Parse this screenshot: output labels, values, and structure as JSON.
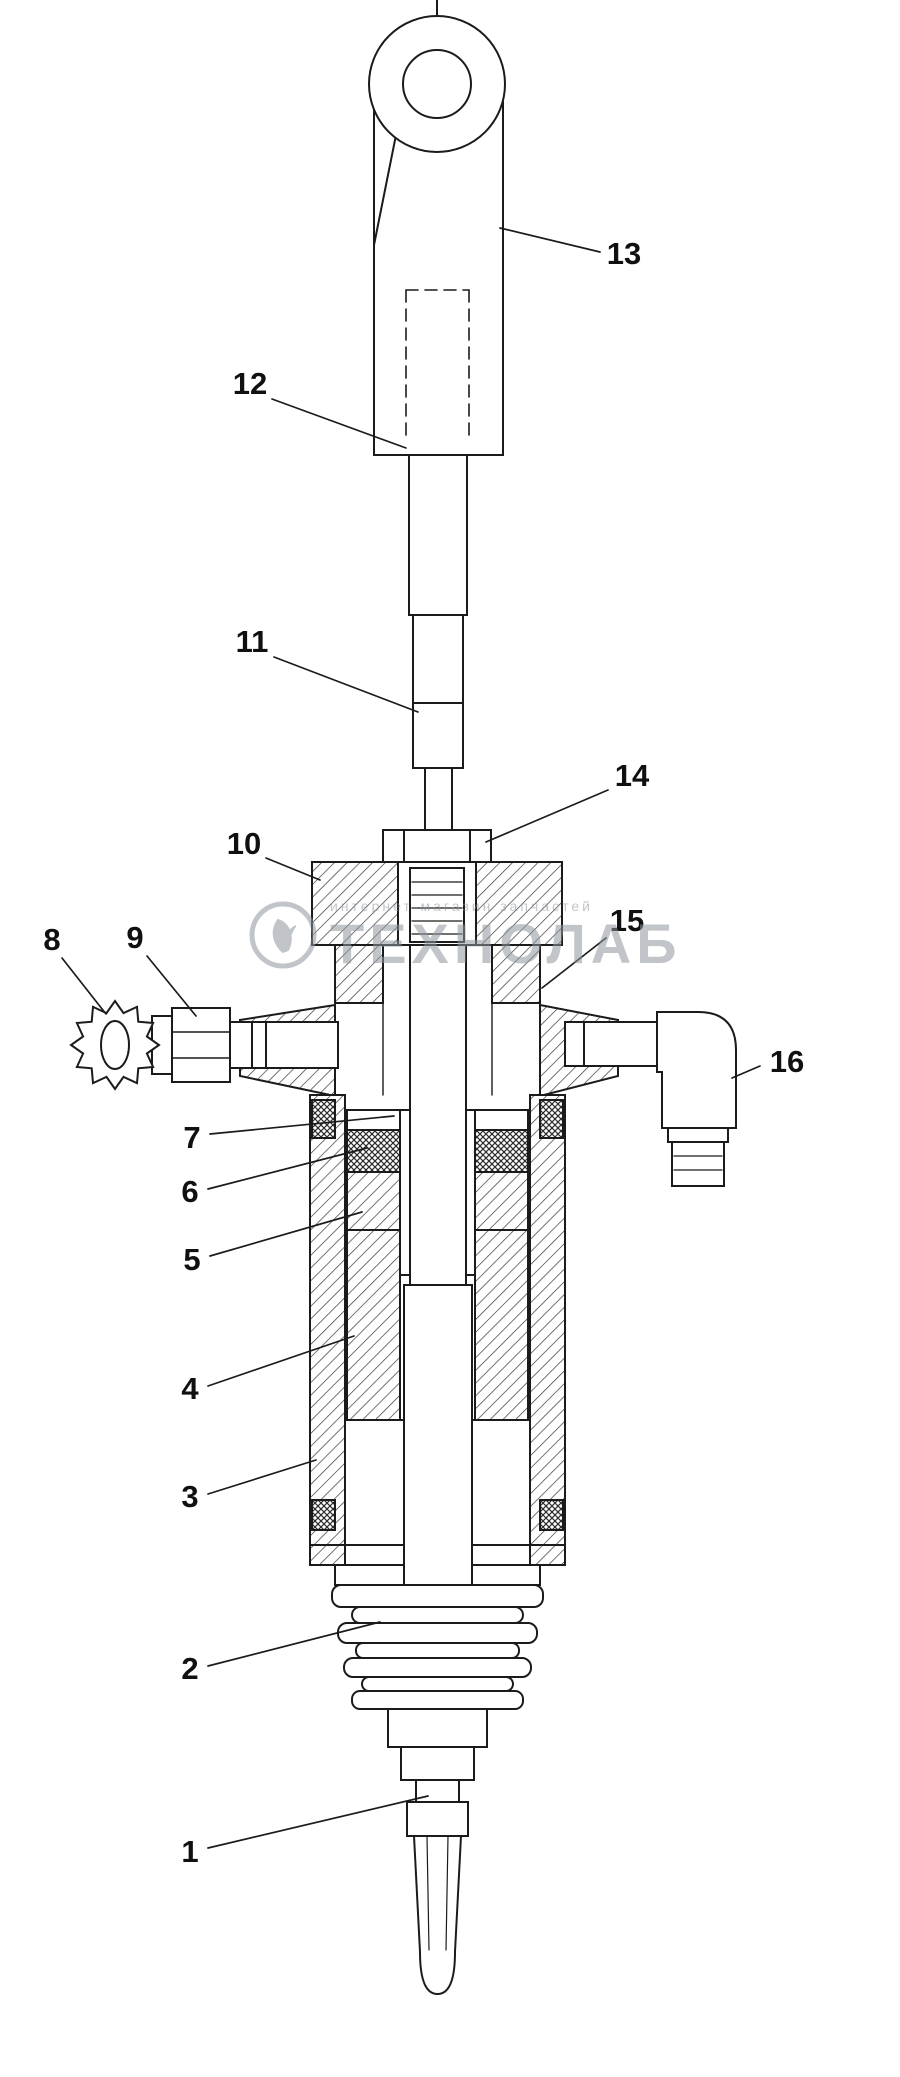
{
  "diagram": {
    "callouts": [
      {
        "label": "1"
      },
      {
        "label": "2"
      },
      {
        "label": "3"
      },
      {
        "label": "4"
      },
      {
        "label": "5"
      },
      {
        "label": "6"
      },
      {
        "label": "7"
      },
      {
        "label": "8"
      },
      {
        "label": "9"
      },
      {
        "label": "10"
      },
      {
        "label": "11"
      },
      {
        "label": "12"
      },
      {
        "label": "13"
      },
      {
        "label": "14"
      },
      {
        "label": "15"
      },
      {
        "label": "16"
      }
    ],
    "watermark": {
      "small_text": "интернет-магазин запчастей",
      "title": "ТЕХНОЛАБ"
    },
    "colors": {
      "line": "#1b1b1b",
      "watermark": "#8f979e",
      "background": "#ffffff"
    }
  }
}
